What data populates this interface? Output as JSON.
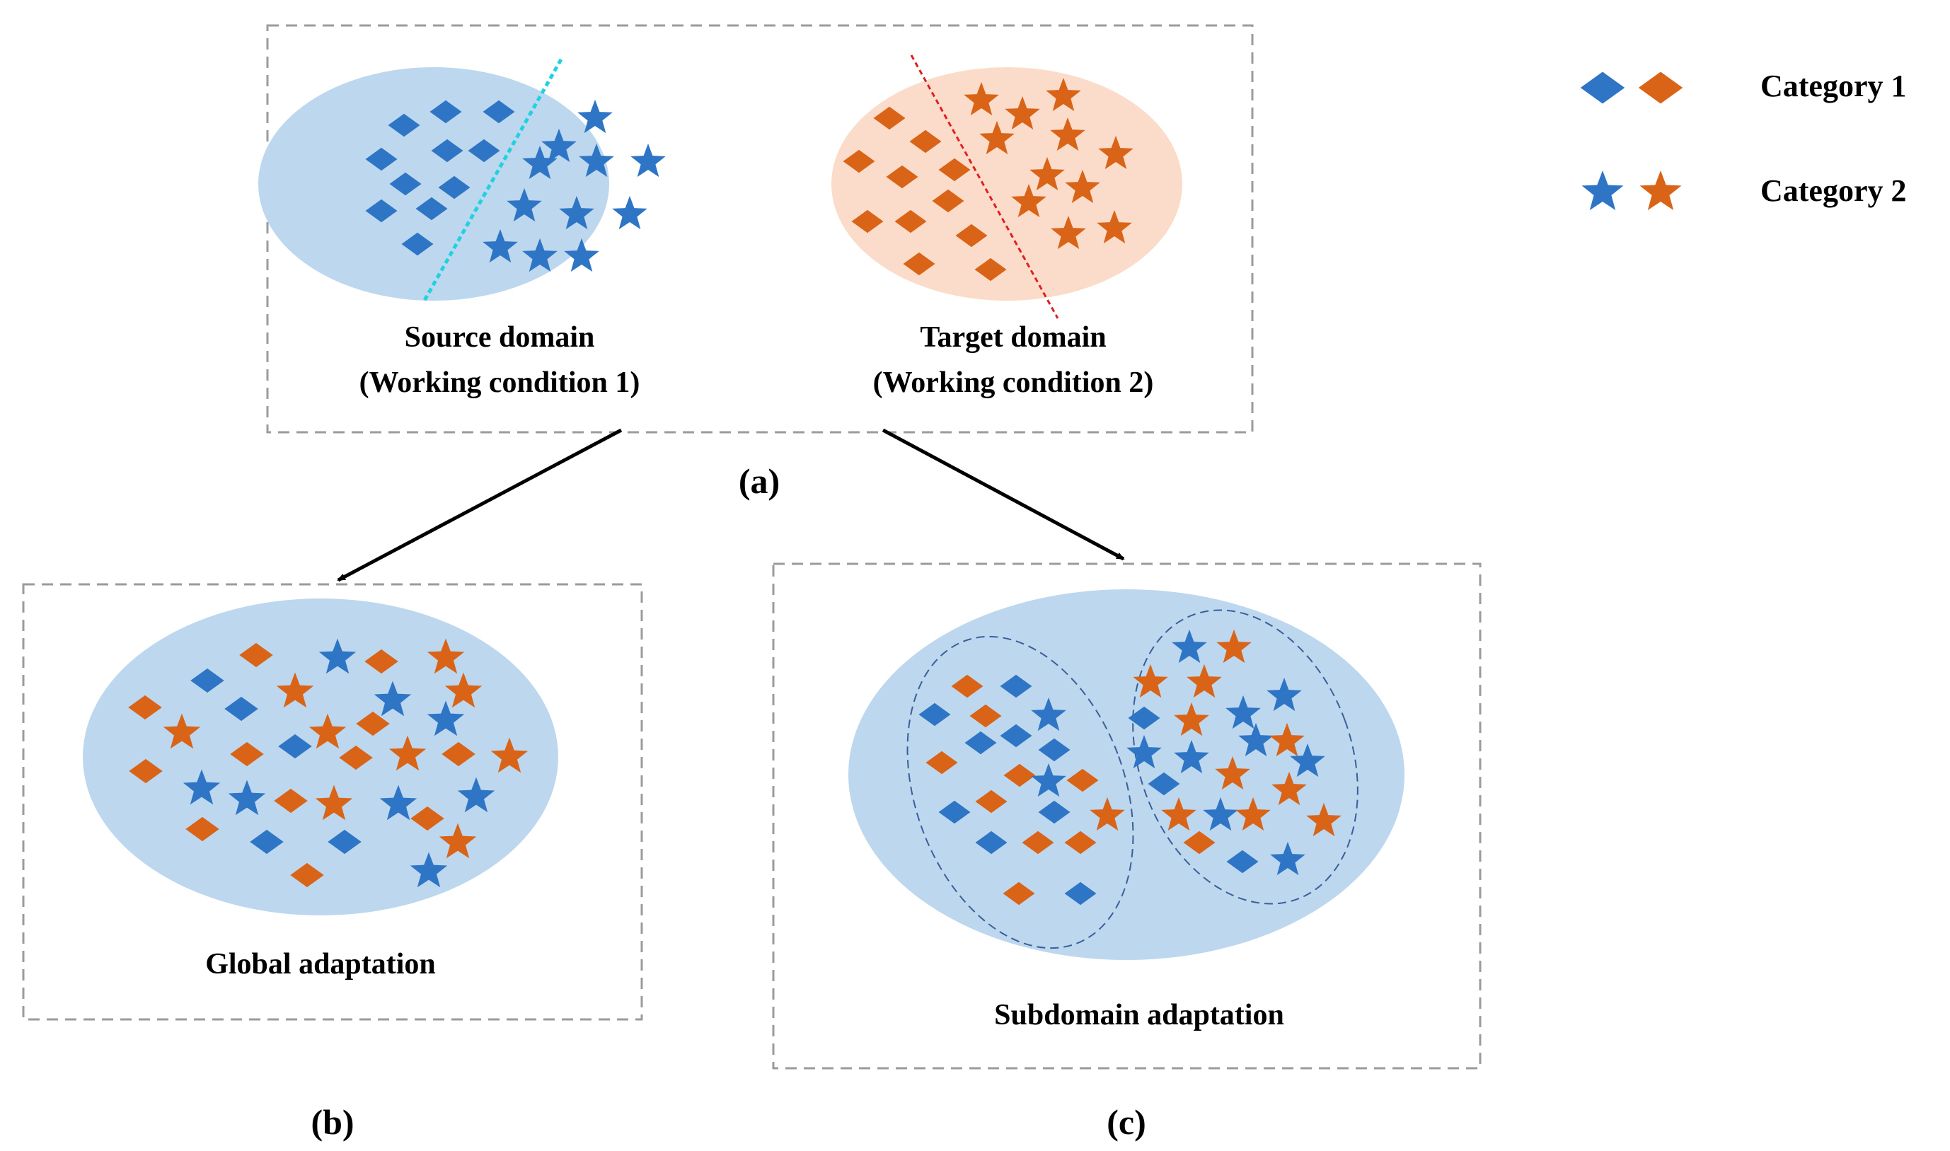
{
  "colors": {
    "blue": "#2E75C6",
    "orange": "#D96418",
    "blue_fill": "#BCD7EE",
    "peach_fill": "#FBDCCA",
    "cyan_line": "#1FD2E0",
    "red_line": "#E02020",
    "panel_border": "#9B9B9B",
    "cluster_border": "#3A5F9A"
  },
  "legend": {
    "category1": "Category 1",
    "category2": "Category 2",
    "category1_icon": "diamond-icon",
    "category2_icon": "star-icon"
  },
  "panel_a": {
    "source_line1": "Source domain",
    "source_line2": "(Working condition 1)",
    "target_line1": "Target domain",
    "target_line2": "(Working condition 2)",
    "caption": "(a)"
  },
  "panel_b": {
    "title": "Global adaptation",
    "caption": "(b)"
  },
  "panel_c": {
    "title": "Subdomain adaptation",
    "caption": "(c)"
  }
}
